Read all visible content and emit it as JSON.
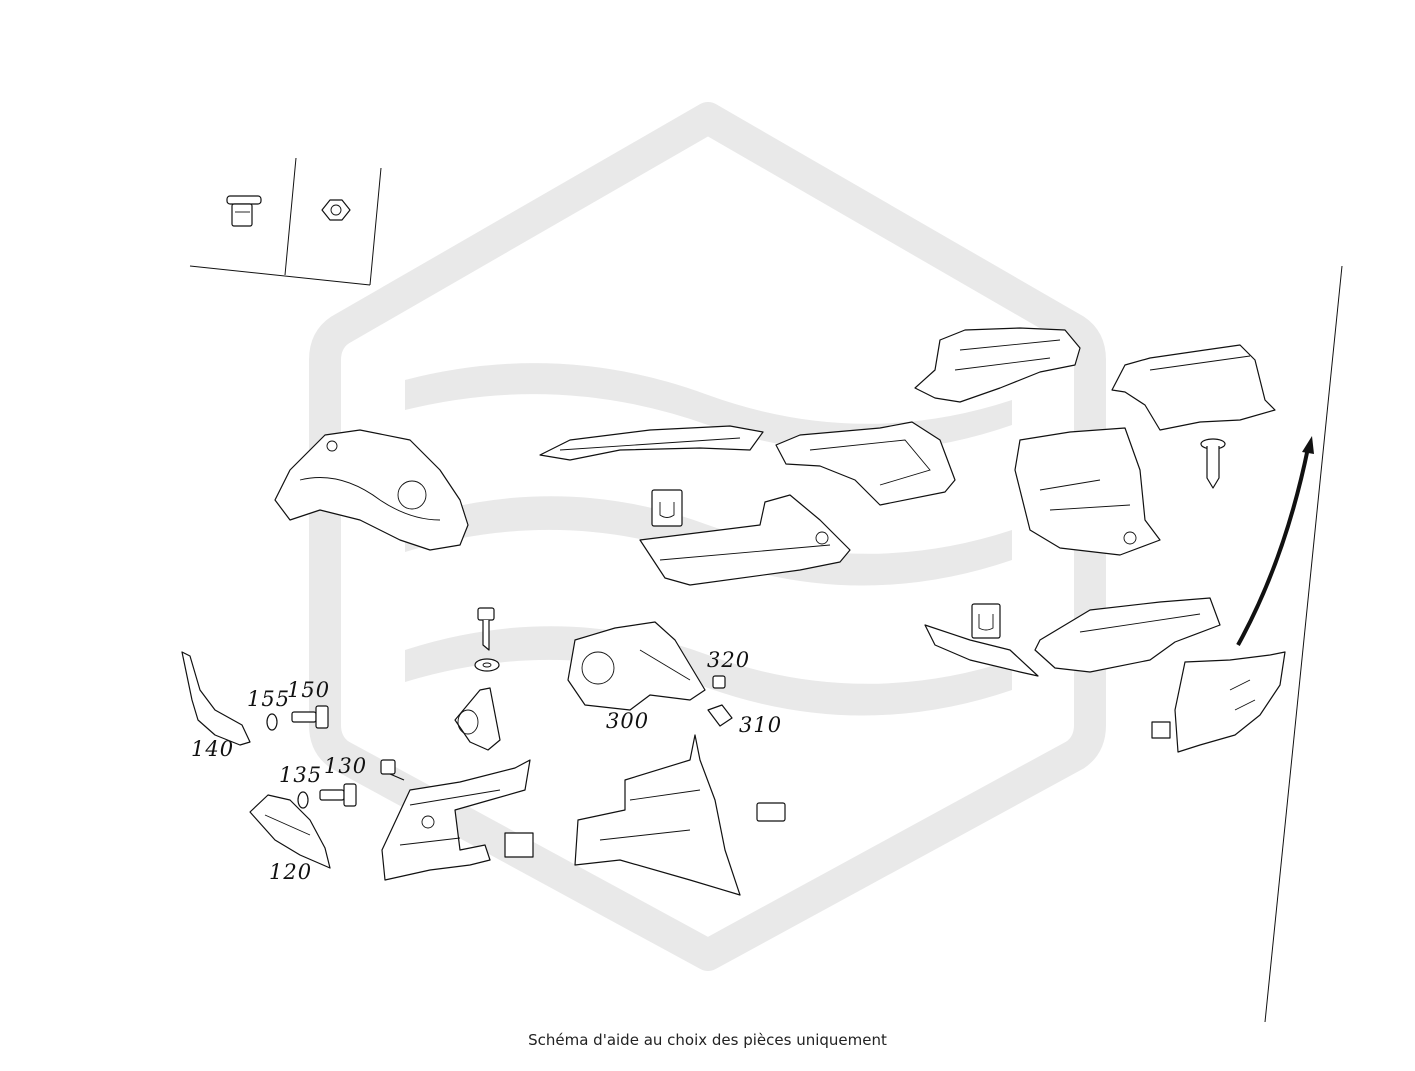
{
  "caption": "Schéma d'aide au choix des pièces uniquement",
  "callouts": [
    {
      "id": "155",
      "label": "155"
    },
    {
      "id": "150",
      "label": "150"
    },
    {
      "id": "140",
      "label": "140"
    },
    {
      "id": "135",
      "label": "135"
    },
    {
      "id": "130",
      "label": "130"
    },
    {
      "id": "120",
      "label": "120"
    },
    {
      "id": "300",
      "label": "300"
    },
    {
      "id": "310",
      "label": "310"
    },
    {
      "id": "320",
      "label": "320"
    }
  ],
  "watermark": {
    "type": "logo",
    "color": "#e9e9e9"
  },
  "colors": {
    "line": "#111111",
    "background": "#ffffff",
    "watermark": "#e9e9e9"
  }
}
